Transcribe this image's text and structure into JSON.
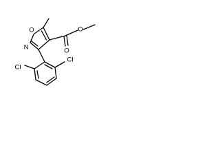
{
  "molecule": {
    "atom_labels": {
      "ring_oxygen": "O",
      "ring_nitrogen": "N",
      "carbonyl_oxygen": "O",
      "ester_oxygen": "O",
      "chlorine_left": "Cl",
      "chlorine_right": "Cl"
    },
    "colors": {
      "bond": "#000000",
      "label": "#000000",
      "background": "#ffffff"
    }
  }
}
